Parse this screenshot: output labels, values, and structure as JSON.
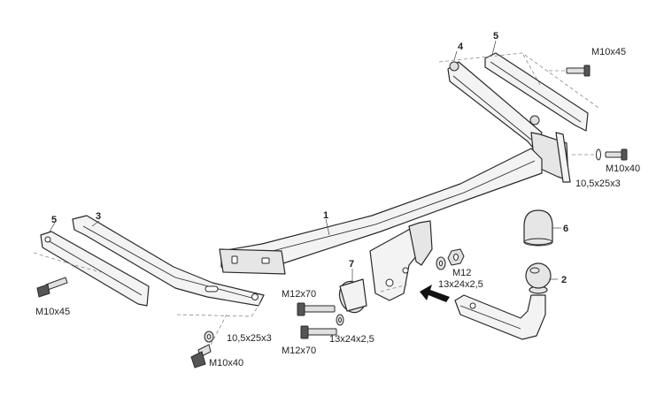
{
  "labels": {
    "part_1": "1",
    "part_2": "2",
    "part_3": "3",
    "part_4": "4",
    "part_5_top": "5",
    "part_5_left": "5",
    "part_6": "6",
    "part_7": "7",
    "bolt_m10x45_top": "M10x45",
    "bolt_m10x40_right": "M10x40",
    "washer_10_5_right": "10,5x25x3",
    "bolt_m10x45_left": "M10x45",
    "washer_10_5_bottom": "10,5x25x3",
    "bolt_m10x40_bottom": "M10x40",
    "bolt_m12x70_upper": "M12x70",
    "bolt_m12x70_lower": "M12x70",
    "nut_m12": "M12",
    "washer_13_upper": "13x24x2,5",
    "washer_13_lower": "13x24x2,5"
  }
}
